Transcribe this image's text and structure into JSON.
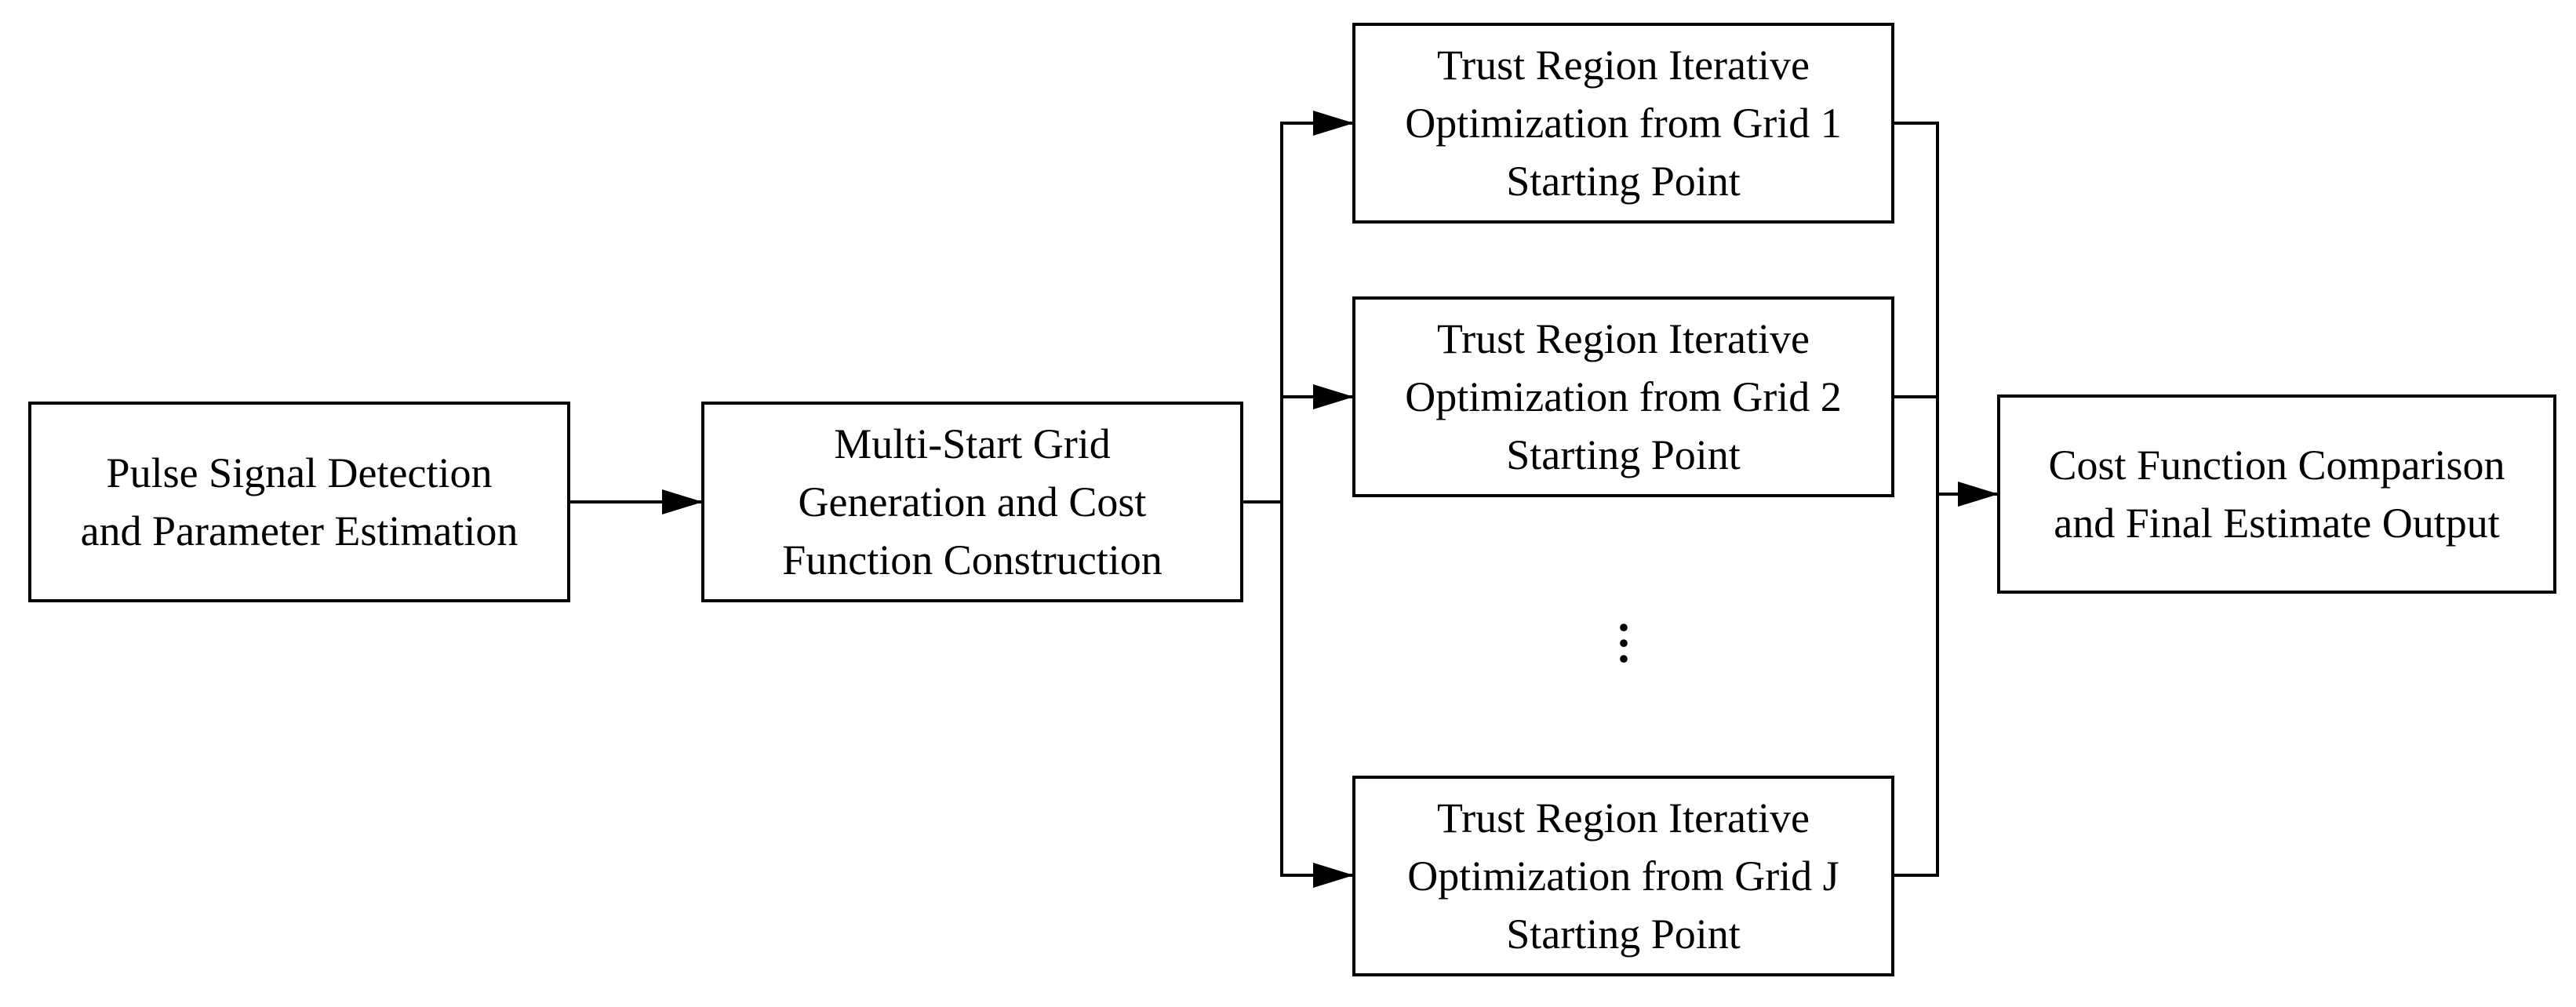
{
  "nodes": {
    "detection": {
      "lines": [
        "Pulse Signal Detection",
        "and Parameter Estimation"
      ]
    },
    "grid_generation": {
      "lines": [
        "Multi-Start Grid",
        "Generation and Cost",
        "Function Construction"
      ]
    },
    "trust_region_1": {
      "lines": [
        "Trust Region Iterative",
        "Optimization from Grid 1",
        "Starting Point"
      ]
    },
    "trust_region_2": {
      "lines": [
        "Trust Region Iterative",
        "Optimization from Grid 2",
        "Starting Point"
      ]
    },
    "trust_region_j": {
      "lines": [
        "Trust Region Iterative",
        "Optimization from Grid J",
        "Starting Point"
      ]
    },
    "comparison": {
      "lines": [
        "Cost Function Comparison",
        "and Final Estimate Output"
      ]
    }
  },
  "ellipsis": {
    "dots": [
      "·",
      "·",
      "·"
    ]
  },
  "colors": {
    "stroke": "#000000",
    "background": "#ffffff"
  }
}
